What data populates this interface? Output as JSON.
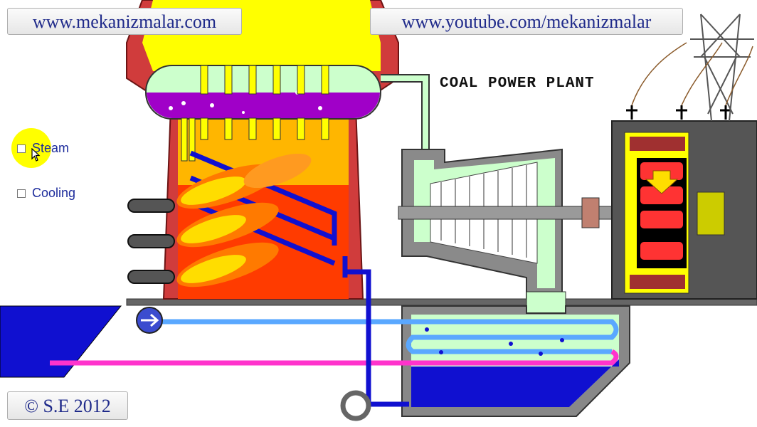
{
  "header": {
    "website_url": "www.mekanizmalar.com",
    "youtube_url": "www.youtube.com/mekanizmalar"
  },
  "diagram": {
    "title": "COAL POWER PLANT"
  },
  "options": {
    "steam_label": "Steam",
    "cooling_label": "Cooling",
    "steam_checked": false,
    "cooling_checked": false
  },
  "footer": {
    "copyright": "© S.E 2012"
  },
  "colors": {
    "boiler_brick": "#d03c3c",
    "chimney_fill": "#ffff00",
    "water": "#a000c8",
    "steam_pipe": "#ccffcc",
    "turbine_casing": "#808080",
    "flame": "#ff5a00",
    "cold_water": "#1010d0",
    "cooling_loop": "#ff33cc",
    "generator_frame": "#606060",
    "rotor": "#ff3333"
  },
  "icons": [
    "checkbox-icon",
    "mouse-cursor-icon",
    "pump-icon",
    "transmission-tower-icon"
  ]
}
